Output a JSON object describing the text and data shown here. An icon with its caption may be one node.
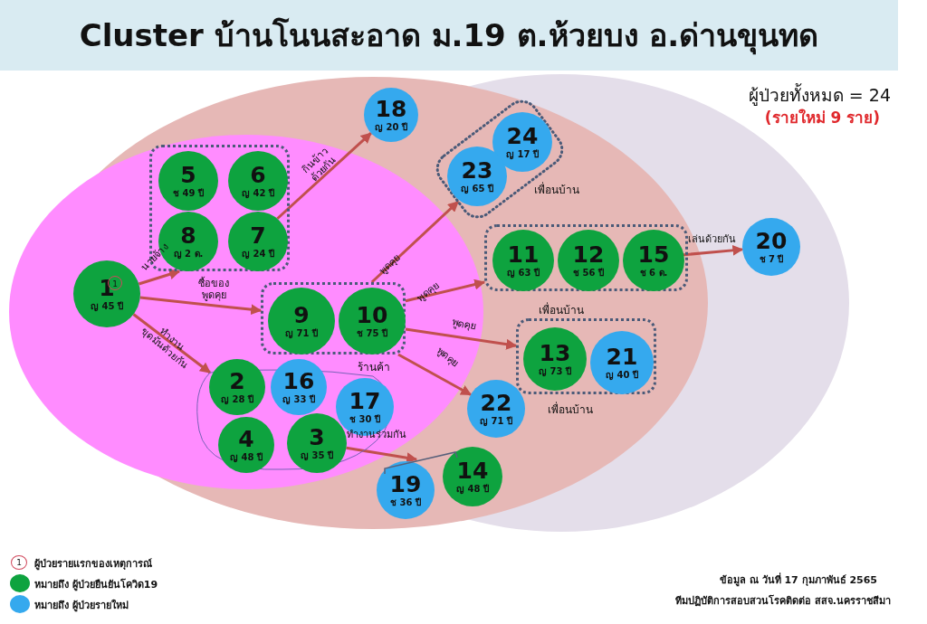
{
  "diagram": {
    "title": "Cluster บ้านโนนสะอาด ม.19 ต.ห้วยบง อ.ด่านขุนทด",
    "nodes": [
      {
        "text": [
          "1",
          "ญ 45 ปี"
        ]
      },
      {
        "text": [],
        "shape": "box"
      },
      {
        "text": [
          "5",
          "ช 49 ปี"
        ],
        "in": 1
      },
      {
        "text": [
          "6",
          "ญ 42 ปี"
        ],
        "in": 1
      },
      {
        "text": [
          "8",
          "ญ 2 ด."
        ],
        "in": 1
      },
      {
        "text": [
          "7",
          "ญ 24 ปี"
        ],
        "in": 1
      },
      {
        "text": [
          "18",
          "ญ 20 ปี"
        ]
      },
      {
        "text": [],
        "shape": "box",
        "beside": [
          "เพื่อนบ้าน"
        ]
      },
      {
        "text": [
          "24",
          "ญ 17 ปี"
        ],
        "in": 7
      },
      {
        "text": [
          "23",
          "ญ 65 ปี"
        ],
        "in": 7
      },
      {
        "text": [],
        "shape": "box",
        "beside": [
          "ร้านค้า"
        ]
      },
      {
        "text": [
          "9",
          "ญ 71 ปี"
        ],
        "in": 10
      },
      {
        "text": [
          "10",
          "ช 75 ปี"
        ],
        "in": 10
      },
      {
        "text": [],
        "shape": "box",
        "beside": [
          "เพื่อนบ้าน"
        ]
      },
      {
        "text": [
          "11",
          "ญ 63 ปี"
        ],
        "in": 13
      },
      {
        "text": [
          "12",
          "ช 56 ปี"
        ],
        "in": 13
      },
      {
        "text": [
          "15",
          "ช 6 ด."
        ],
        "in": 13
      },
      {
        "text": [
          "20",
          "ช 7 ปี"
        ]
      },
      {
        "text": [],
        "shape": "box",
        "beside": [
          "เพื่อนบ้าน"
        ]
      },
      {
        "text": [
          "13",
          "ญ 73 ปี"
        ],
        "in": 18
      },
      {
        "text": [
          "21",
          "ญ 40 ปี"
        ],
        "in": 18
      },
      {
        "text": [],
        "shape": "cloud"
      },
      {
        "text": [
          "2",
          "ญ 28 ปี"
        ],
        "in": 21
      },
      {
        "text": [
          "16",
          "ญ 33 ปี"
        ],
        "in": 21
      },
      {
        "text": [
          "17",
          "ช 30 ปี"
        ],
        "in": 21
      },
      {
        "text": [
          "4",
          "ญ 48 ปี"
        ],
        "in": 21
      },
      {
        "text": [
          "3",
          "ญ 35 ปี"
        ],
        "in": 21
      },
      {
        "text": [
          "22",
          "ญ 71 ปี"
        ]
      },
      {
        "text": [
          "19",
          "ช 36 ปี"
        ]
      },
      {
        "text": [
          "14",
          "ญ 48 ปี"
        ]
      },
      {
        "text": [],
        "shape": "bracket"
      }
    ],
    "edges": [
      {
        "from": 0,
        "to": 1,
        "arrow": "to",
        "label": "นายจ้าง"
      },
      {
        "from": 5,
        "to": 6,
        "arrow": "to",
        "label": "กินข้าว ด้วยกัน"
      },
      {
        "from": 0,
        "to": 10,
        "arrow": "to",
        "label": "ซื้อของ พูดคุย"
      },
      {
        "from": 0,
        "to": 21,
        "arrow": "to",
        "label": "ทำงาน ขุดมันด้วยกัน"
      },
      {
        "from": 10,
        "to": 7,
        "arrow": "to",
        "label": "พูดคุย"
      },
      {
        "from": 10,
        "to": 13,
        "arrow": "to",
        "label": "พูดคุย"
      },
      {
        "from": 10,
        "to": 18,
        "arrow": "to",
        "label": "พูดคุย"
      },
      {
        "from": 10,
        "to": 27,
        "arrow": "to",
        "label": "พูดคุย"
      },
      {
        "from": 16,
        "to": 17,
        "arrow": "to",
        "label": "เล่นด้วยกัน"
      },
      {
        "from": 26,
        "to": 30,
        "arrow": "to",
        "label": "ทำงานร่วมกัน"
      }
    ],
    "labels": [
      "ผู้ป่วยทั้งหมด = 24",
      "(รายใหม่ 9 ราย)",
      "1",
      "1",
      "ข้อมูล ณ วันที่ 17 กุมภาพันธ์ 2565",
      "ทีมปฏิบัติการสอบสวนโรคติดต่อ สสจ.นครราชสีมา"
    ],
    "legend": [
      {
        "text": "ผู้ป่วยรายแรกของเหตุการณ์"
      },
      {
        "text": "หมายถึง ผู้ป่วยยืนยันโควิด19",
        "color": "#0ea33f"
      },
      {
        "text": "หมายถึง ผู้ป่วยรายใหม่",
        "color": "#35a9ee"
      }
    ]
  }
}
